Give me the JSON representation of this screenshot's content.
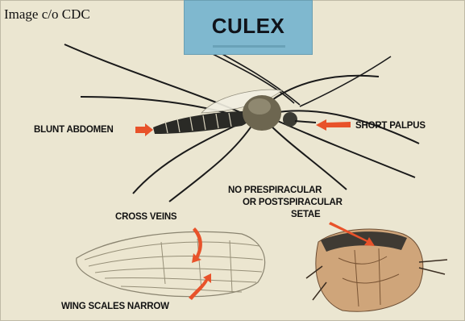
{
  "credit": "Image c/o CDC",
  "title": "CULEX",
  "labels": {
    "blunt_abdomen": "BLUNT ABDOMEN",
    "short_palpus": "SHORT PALPUS",
    "no_prespiracular_line1": "NO PRESPIRACULAR",
    "no_prespiracular_line2": "OR POSTSPIRACULAR",
    "no_prespiracular_line3": "SETAE",
    "cross_veins": "CROSS VEINS",
    "wing_scales_narrow": "WING SCALES NARROW"
  },
  "colors": {
    "background": "#ebe6d1",
    "title_box": "#7fb8cf",
    "arrow": "#e8522a"
  }
}
